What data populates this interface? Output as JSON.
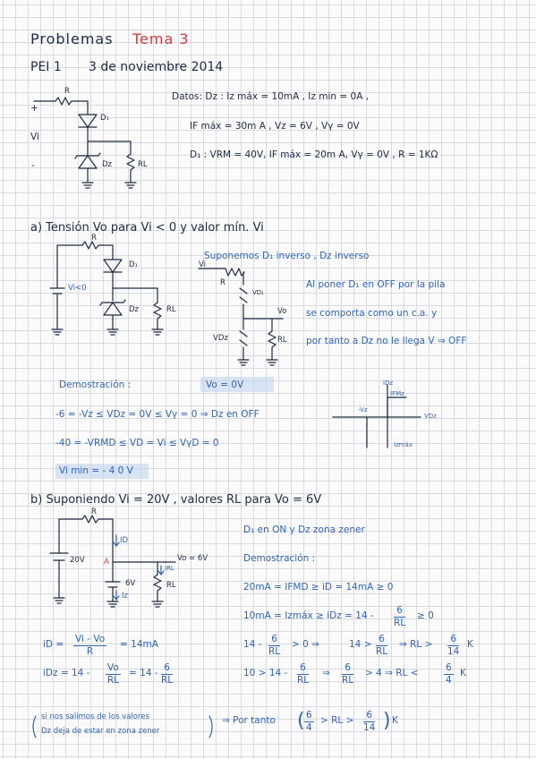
{
  "header": {
    "title": "Problemas",
    "topic": "Tema 3",
    "exam": "PEI 1",
    "date": "3 de noviembre 2014"
  },
  "circuit1": {
    "R": "R",
    "plus": "+",
    "minus": "-",
    "Vi": "Vi",
    "D1": "D₁",
    "Dz": "Dz",
    "RL": "RL"
  },
  "datos": {
    "line1": "Datos: Dz : Iz máx = 10mA ,  Iz min = 0A ,",
    "line2": "IF máx = 30m A ,  Vz = 6V ,  Vγ = 0V",
    "line3": "D₁ : VRM = 40V,  IF máx = 20m A,  Vγ = 0V ,  R = 1KΩ"
  },
  "partA": {
    "heading": "a) Tensión Vo para Vi < 0  y valor mín. Vi",
    "c_R": "R",
    "c_source": "Vi<0",
    "c_D1": "D₁",
    "c_Dz": "Dz",
    "c_RL": "RL",
    "c2_Vi": "Vi",
    "c2_R": "R",
    "c2_VD1": "VD₁",
    "c2_Vo": "Vo",
    "c2_VDz": "VDz",
    "c2_RL": "RL",
    "exp1": "Suponemos  D₁ inverso ,  Dz inverso",
    "exp2": "Al poner D₁ en OFF  por la pila",
    "exp3": "se comporta  como un c.a.  y",
    "exp4": "por tanto  a Dz no le llega V ⇒ OFF",
    "demo_label": "Demostración :",
    "vo_result": "Vo = 0V",
    "ineq1": "-6 = -Vz ≤ VDz = 0V ≤ Vγ = 0  ⇒  Dz en OFF",
    "ineq2": "-40 = -VRMD ≤ VD = Vi ≤ VγD = 0",
    "vi_min": "Vi min = - 4 0 V",
    "g_iDz": "iDz",
    "g_IFMz": "IFMz",
    "g_negVz": "-Vz",
    "g_VDz": "VDz",
    "g_Izmax": "Izmáx"
  },
  "partB": {
    "heading": "b) Suponiendo  Vi = 20V ,  valores RL para  Vo = 6V",
    "c_R": "R",
    "c_ID": "ID",
    "c_source": "20V",
    "c_A": "A",
    "c_Vo": "Vo = 6V",
    "c_IRL": "IRL",
    "c_6V": "6V",
    "c_Iz": "Iz",
    "c_RL": "RL",
    "r1": "D₁ en ON y  Dz zona zener",
    "r2": "Demostración :",
    "r3": "20mA = IFMD ≥ iD = 14mA ≥ 0",
    "r4a": "10mA = Izmáx ≥ iDz = 14 -",
    "r4_num": "6",
    "r4_den": "RL",
    "r4b": "≥ 0",
    "l1a": "iD =",
    "l1_num": "Vi - Vo",
    "l1_den": "R",
    "l1b": "= 14mA",
    "l2a": "iDz = 14 -",
    "l2_num": "Vo",
    "l2_den": "RL",
    "l2b": "= 14 -",
    "l2_num2": "6",
    "l2_den2": "RL",
    "m1a": "14 -",
    "m1_num": "6",
    "m1_den": "RL",
    "m1b": "> 0  ⇒",
    "m1c": "14 >",
    "m1_num2": "6",
    "m1_den2": "RL",
    "m1d": "⇒  RL >",
    "m1_num3": "6",
    "m1_den3": "14",
    "m1e": "K",
    "m2a": "10 > 14 -",
    "m2_num": "6",
    "m2_den": "RL",
    "m2b": "⇒",
    "m2_num2": "6",
    "m2_den2": "RL",
    "m2c": "> 4  ⇒  RL <",
    "m2_num3": "6",
    "m2_den3": "4",
    "m2d": "K",
    "note1": "si nos salimos de los valores",
    "note2": "Dz deja de estar en zona zener",
    "conclusion": "⇒  Por tanto",
    "c_num1": "6",
    "c_den1": "4",
    "c_mid": "> RL >",
    "c_num2": "6",
    "c_den2": "14",
    "c_unit": "K"
  }
}
